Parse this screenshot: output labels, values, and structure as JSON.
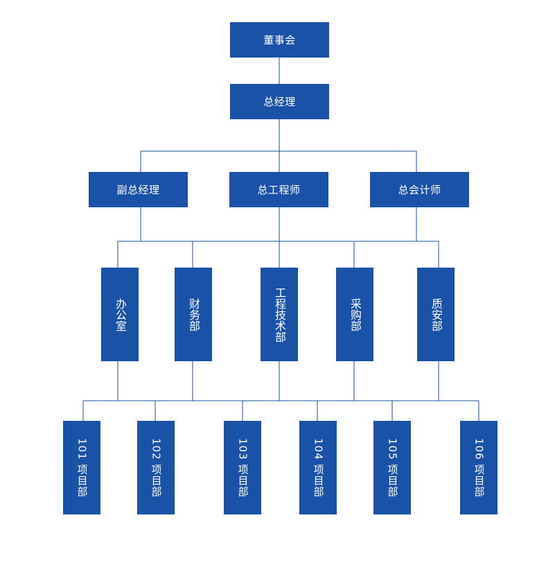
{
  "colors": {
    "box_fill": "#1a52a8",
    "box_text": "#ffffff",
    "connector": "#1a4fa3",
    "background": "#ffffff"
  },
  "org": {
    "level1": {
      "label": "董事会"
    },
    "level2": {
      "label": "总经理"
    },
    "level3": [
      {
        "label": "副总经理"
      },
      {
        "label": "总工程师"
      },
      {
        "label": "总会计师"
      }
    ],
    "level4": [
      {
        "label": "办公室"
      },
      {
        "label": "财务部"
      },
      {
        "label": "工程技术部"
      },
      {
        "label": "采购部"
      },
      {
        "label": "质安部"
      }
    ],
    "level5": [
      {
        "label": "101 项目部"
      },
      {
        "label": "102 项目部"
      },
      {
        "label": "103 项目部"
      },
      {
        "label": "104 项目部"
      },
      {
        "label": "105 项目部"
      },
      {
        "label": "106 项目部"
      }
    ]
  }
}
